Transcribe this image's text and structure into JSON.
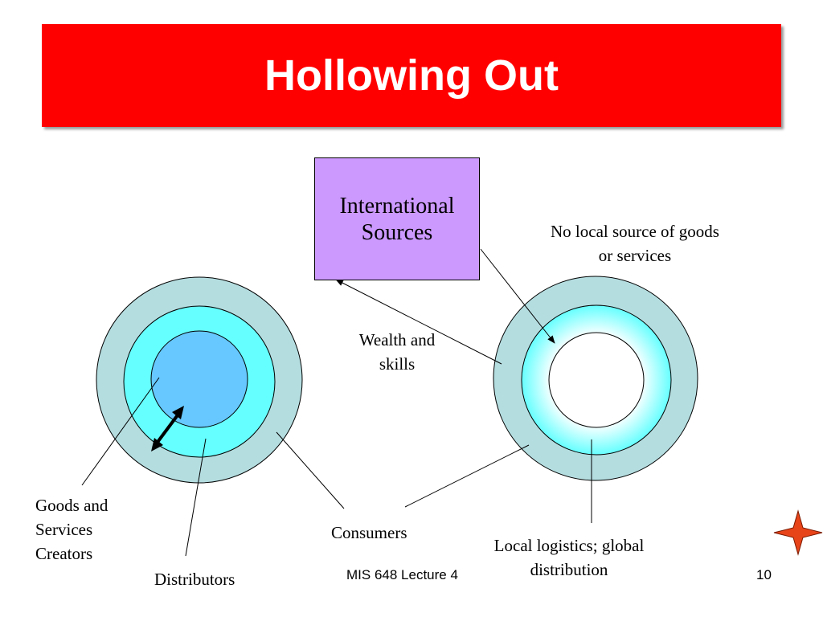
{
  "slide": {
    "title": "Hollowing Out",
    "box_line1": "International",
    "box_line2": "Sources",
    "labels": {
      "no_local_1": "No local source of goods",
      "no_local_2": "or services",
      "wealth_1": "Wealth and",
      "wealth_2": "skills",
      "goods_1": "Goods and",
      "goods_2": "Services",
      "goods_3": "Creators",
      "distributors": "Distributors",
      "consumers": "Consumers",
      "logistics_1": "Local logistics; global",
      "logistics_2": "distribution"
    },
    "footer_text": "MIS 648 Lecture 4",
    "page_number": "10"
  },
  "colors": {
    "title_bar": "#ff0000",
    "box_fill": "#cc99ff",
    "outer_ring": "#b4dde0",
    "middle_ring": "#66ffff",
    "inner_core": "#66c8ff",
    "hollow_center": "#ffffff",
    "star": "#e8441a"
  }
}
